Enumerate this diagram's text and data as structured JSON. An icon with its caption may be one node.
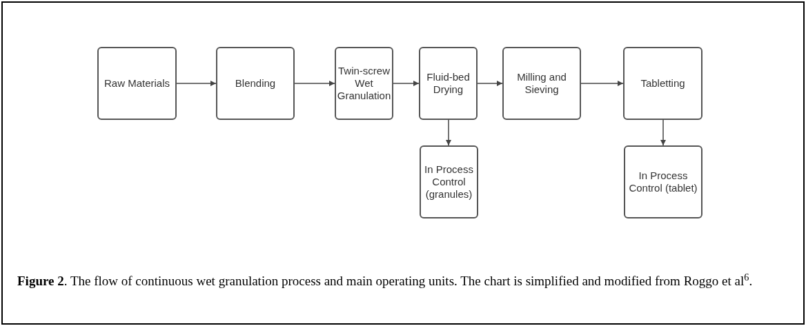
{
  "diagram": {
    "caption": "**Figure 2**. The flow of continuous wet granulation process and main operating units. The chart is simplified and modified from Roggo et al$^{6}$.",
    "nodes": [
      {
        "text": [
          "Raw Materials"
        ]
      },
      {
        "text": [
          "Blending"
        ]
      },
      {
        "text": [
          "Twin-screw Wet Granulation"
        ]
      },
      {
        "text": [
          "Fluid-bed Drying"
        ]
      },
      {
        "text": [
          "Milling and Sieving"
        ]
      },
      {
        "text": [
          "Tabletting"
        ]
      },
      {
        "text": [
          "In Process Control (granules)"
        ]
      },
      {
        "text": [
          "In Process Control (tablet)"
        ]
      }
    ],
    "edges": [
      {
        "from": 0,
        "to": 1,
        "arrow": "to"
      },
      {
        "from": 1,
        "to": 2,
        "arrow": "to"
      },
      {
        "from": 2,
        "to": 3,
        "arrow": "to"
      },
      {
        "from": 3,
        "to": 4,
        "arrow": "to"
      },
      {
        "from": 4,
        "to": 5,
        "arrow": "to"
      },
      {
        "from": 3,
        "to": 6,
        "arrow": "to"
      },
      {
        "from": 5,
        "to": 7,
        "arrow": "to"
      }
    ]
  }
}
